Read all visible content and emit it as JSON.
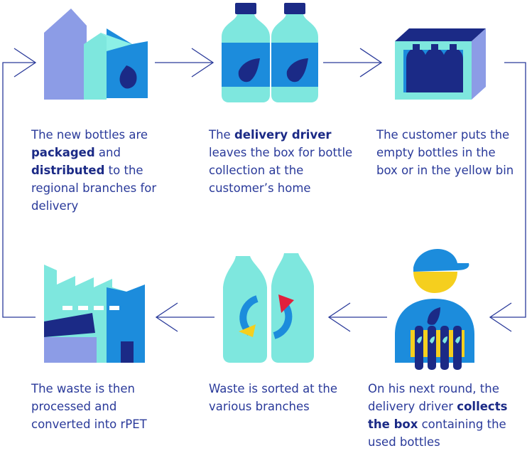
{
  "colors": {
    "navy": "#1b2a86",
    "text": "#2a3a9a",
    "blue": "#1c8cdc",
    "aqua": "#7ee7de",
    "periwinkle": "#8c9ce6",
    "yellow": "#f5cf1e",
    "red": "#e0203c"
  },
  "steps": [
    {
      "icon": "packaged-boxes-icon",
      "parts": [
        {
          "text": "The new bottles are ",
          "bold": false
        },
        {
          "text": "packaged",
          "bold": true
        },
        {
          "text": " and ",
          "bold": false
        },
        {
          "text": "distributed",
          "bold": true
        },
        {
          "text": " to the regional branches for delivery",
          "bold": false
        }
      ]
    },
    {
      "icon": "water-bottles-icon",
      "parts": [
        {
          "text": "The ",
          "bold": false
        },
        {
          "text": "delivery driver",
          "bold": true
        },
        {
          "text": " leaves the box for bottle collection at the customer’s home",
          "bold": false
        }
      ]
    },
    {
      "icon": "bottle-crate-icon",
      "parts": [
        {
          "text": "The customer puts the empty bottles in the box or in the yellow bin",
          "bold": false
        }
      ]
    },
    {
      "icon": "factory-icon",
      "parts": [
        {
          "text": "The waste is then processed and converted into rPET",
          "bold": false
        }
      ]
    },
    {
      "icon": "sorting-bottles-icon",
      "parts": [
        {
          "text": "Waste is sorted at the various branches",
          "bold": false
        }
      ]
    },
    {
      "icon": "delivery-driver-icon",
      "parts": [
        {
          "text": "On his next round, the delivery driver ",
          "bold": false
        },
        {
          "text": "collects the box",
          "bold": true
        },
        {
          "text": " containing the used bottles",
          "bold": false
        }
      ]
    }
  ]
}
